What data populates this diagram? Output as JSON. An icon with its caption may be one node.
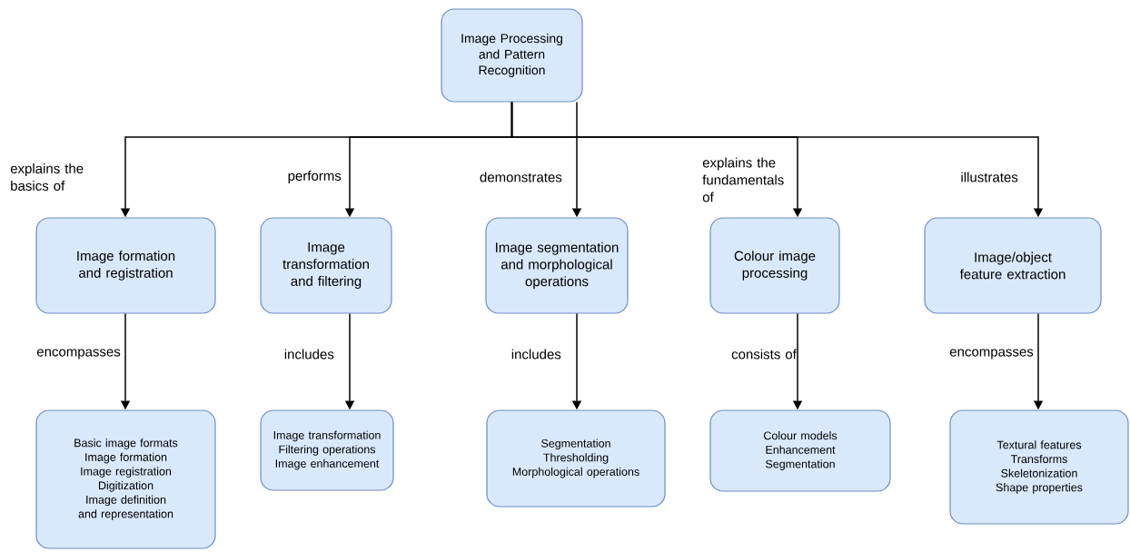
{
  "diagram": {
    "nodes": [
      {
        "text": [
          "Image Processing and Pattern Recognition"
        ]
      },
      {
        "text": [
          "Image formation and registration"
        ]
      },
      {
        "text": [
          "Image transformation and filtering"
        ]
      },
      {
        "text": [
          "Image segmentation and morphological operations"
        ]
      },
      {
        "text": [
          "Colour image processing"
        ]
      },
      {
        "text": [
          "Image/object feature extraction"
        ]
      },
      {
        "text": [
          "Basic image formats",
          "Image formation",
          "Image registration",
          "Digitization",
          "Image definition and representation"
        ]
      },
      {
        "text": [
          "Image transformation",
          "Filtering operations",
          "Image enhancement"
        ]
      },
      {
        "text": [
          "Segmentation",
          "Thresholding",
          "Morphological operations"
        ]
      },
      {
        "text": [
          "Colour models",
          "Enhancement",
          "Segmentation"
        ]
      },
      {
        "text": [
          "Textural features",
          "Transforms",
          "Skeletonization",
          "Shape properties"
        ]
      }
    ],
    "edges": [
      {
        "from": 0,
        "to": 1,
        "arrow": "to",
        "label": "explains the basics of"
      },
      {
        "from": 0,
        "to": 2,
        "arrow": "to",
        "label": "performs"
      },
      {
        "from": 0,
        "to": 3,
        "arrow": "to",
        "label": "demonstrates"
      },
      {
        "from": 0,
        "to": 4,
        "arrow": "to",
        "label": "explains the fundamentals of"
      },
      {
        "from": 0,
        "to": 5,
        "arrow": "to",
        "label": "illustrates"
      },
      {
        "from": 1,
        "to": 6,
        "arrow": "to",
        "label": "encompasses"
      },
      {
        "from": 2,
        "to": 7,
        "arrow": "to",
        "label": "includes"
      },
      {
        "from": 3,
        "to": 8,
        "arrow": "to",
        "label": "includes"
      },
      {
        "from": 4,
        "to": 9,
        "arrow": "to",
        "label": "consists of"
      },
      {
        "from": 5,
        "to": 10,
        "arrow": "to",
        "label": "encompasses"
      }
    ]
  }
}
